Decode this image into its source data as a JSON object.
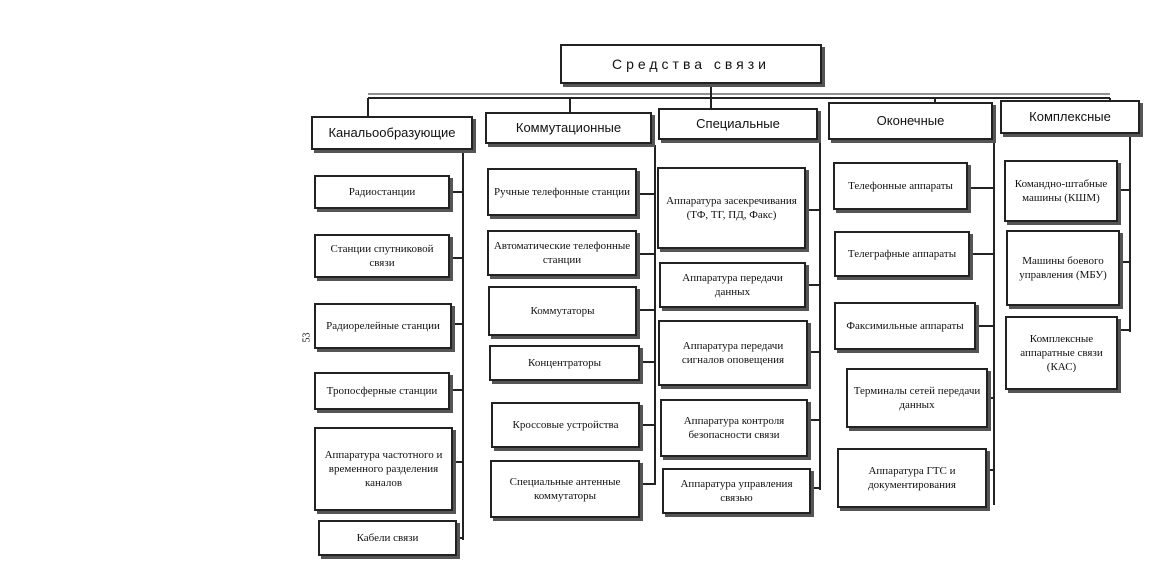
{
  "root": "Средства связи",
  "categories": [
    {
      "title": "Канальообразующие",
      "items": [
        "Радиостанции",
        "Станции спутниковой связи",
        "Радиорелейные станции",
        "Тропосферные станции",
        "Аппаратура частотного и временного разделения каналов",
        "Кабели связи"
      ]
    },
    {
      "title": "Коммутационные",
      "items": [
        "Ручные телефонные станции",
        "Автоматические телефонные станции",
        "Коммутаторы",
        "Концентраторы",
        "Кроссовые устройства",
        "Специальные антенные коммутаторы"
      ]
    },
    {
      "title": "Специальные",
      "items": [
        "Аппаратура засекречивания (ТФ, ТГ, ПД, Факс)",
        "Аппаратура передачи данных",
        "Аппаратура передачи сигналов оповещения",
        "Аппаратура контроля безопасности связи",
        "Аппаратура управления связью"
      ]
    },
    {
      "title": "Оконечные",
      "items": [
        "Телефонные аппараты",
        "Телеграфные аппараты",
        "Факсимильные аппараты",
        "Терминалы сетей передачи данных",
        "Аппаратура ГТС и документирования"
      ]
    },
    {
      "title": "Комплексные",
      "items": [
        "Командно-штабные машины (КШМ)",
        "Машины боевого управления (МБУ)",
        "Комплексные аппаратные связи (КАС)"
      ]
    }
  ],
  "page_mark": "53"
}
